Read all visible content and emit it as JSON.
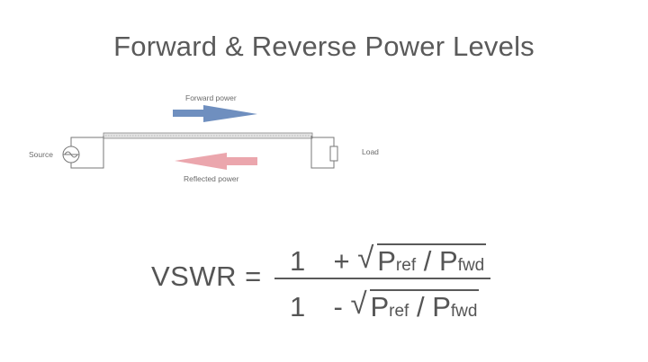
{
  "title": "Forward & Reverse Power Levels",
  "diagram": {
    "forward_label": "Forward power",
    "reflected_label": "Reflected power",
    "source_label": "Source",
    "load_label": "Load",
    "colors": {
      "forward_arrow": "#6f8fbf",
      "reflected_arrow": "#eba6ad",
      "wire": "#777777",
      "cable": "#e2e2e2"
    }
  },
  "formula": {
    "lhs": "VSWR",
    "equals": "=",
    "numerator": {
      "one": "1",
      "op": "+",
      "p1": "P",
      "p1_sub": "ref",
      "slash": "/",
      "p2": "P",
      "p2_sub": "fwd"
    },
    "denominator": {
      "one": "1",
      "op": "-",
      "p1": "P",
      "p1_sub": "ref",
      "slash": "/",
      "p2": "P",
      "p2_sub": "fwd"
    },
    "sqrt_symbol": "√"
  }
}
